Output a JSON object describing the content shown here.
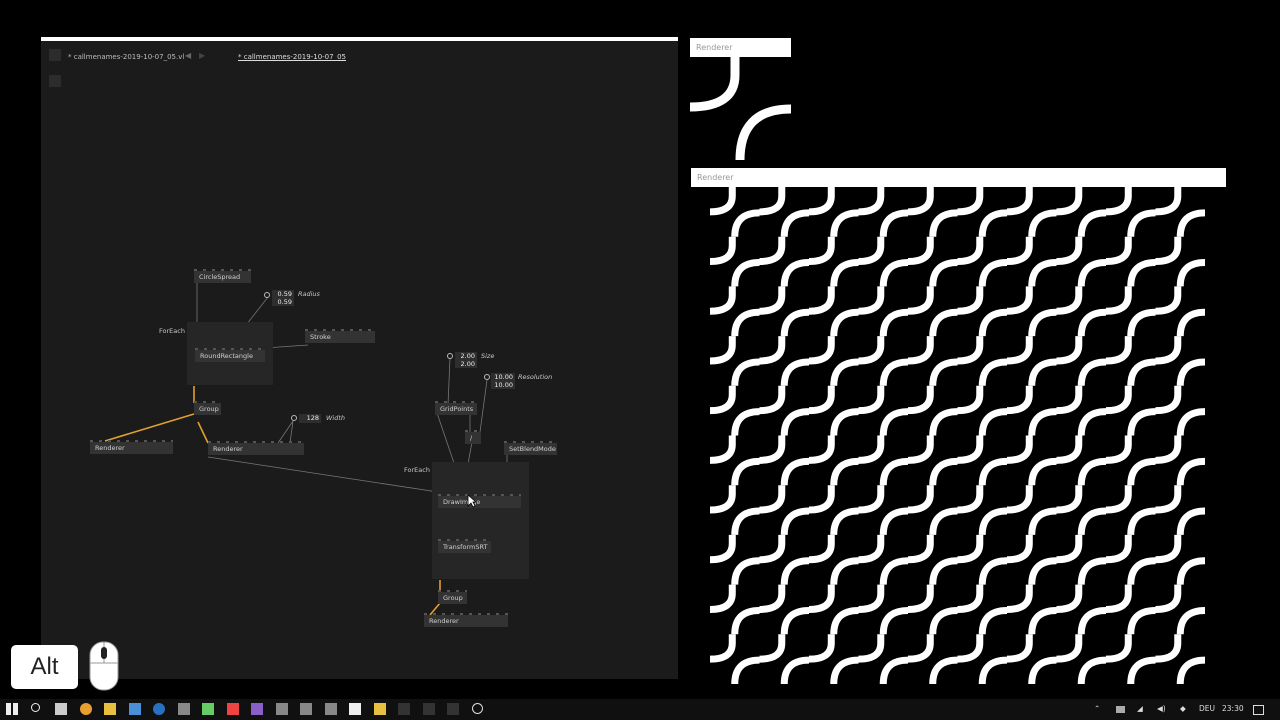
{
  "editor": {
    "tabs": [
      {
        "label": "* callmenames-2019-10-07_05.vl"
      },
      {
        "label": "* callmenames-2019-10-07_05"
      }
    ],
    "nodes": {
      "circle_spread": "CircleSpread",
      "round_rectangle": "RoundRectangle",
      "stroke": "Stroke",
      "group1": "Group",
      "renderer1": "Renderer",
      "renderer2": "Renderer",
      "grid_points": "GridPoints",
      "divide": "/",
      "set_blend_mode": "SetBlendMode",
      "draw_image": "DrawImage",
      "transform_srt": "TransformSRT",
      "group2": "Group",
      "renderer3": "Renderer"
    },
    "regions": {
      "foreach1": "ForEach",
      "foreach2": "ForEach"
    },
    "iobox": {
      "radius_label": "Radius",
      "radius_values": [
        "0.59",
        "0.59"
      ],
      "width_label": "Width",
      "width_value": "128",
      "size_label": "Size",
      "size_values": [
        "2.00",
        "2.00"
      ],
      "resolution_label": "Resolution",
      "resolution_values": [
        "10.00",
        "10.00"
      ]
    }
  },
  "renderer_small": {
    "title": "Renderer"
  },
  "renderer_large": {
    "title": "Renderer",
    "grid": {
      "cols": 10,
      "rows": 10
    }
  },
  "overlay": {
    "key": "Alt"
  },
  "taskbar": {
    "language": "DEU",
    "time": "23:30",
    "icons": [
      "start-icon",
      "search-icon",
      "task-view-icon",
      "chrome-icon",
      "explorer-icon",
      "edge-icon",
      "outlook-icon",
      "terminal-icon",
      "tool-icon",
      "app-icon",
      "visual-studio-icon",
      "window-icon",
      "window-icon",
      "window-icon",
      "notepad-icon",
      "folder-icon",
      "window-icon",
      "window-icon",
      "window-icon",
      "vvvv-icon"
    ]
  },
  "colors": {
    "editor_bg": "#1b1b1b",
    "node_bg": "#333333",
    "link": "#777777",
    "spread_link": "#e0a030"
  }
}
